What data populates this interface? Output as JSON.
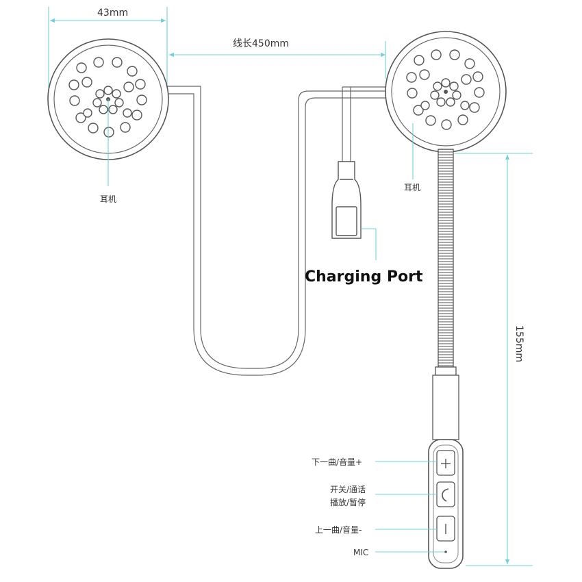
{
  "labels": {
    "width_dim": "43mm",
    "cable_length": "线长450mm",
    "left_earphone": "耳机",
    "right_earphone": "耳机",
    "charging_port": "Charging Port",
    "mic_length": "155mm",
    "btn_plus": "下一曲/音量+",
    "btn_call_line1": "开关/通话",
    "btn_call_line2": "播放/暂停",
    "btn_minus": "上一曲/音量-",
    "mic": "MIC"
  },
  "colors": {
    "dimension_lines": "#6fd0d6",
    "outline": "#555555",
    "label_text": "#333333"
  },
  "icons": {
    "plus_button": "plus-icon",
    "call_button": "phone-icon",
    "minus_button": "minus-icon",
    "mic_hole": "mic-dot-icon"
  }
}
